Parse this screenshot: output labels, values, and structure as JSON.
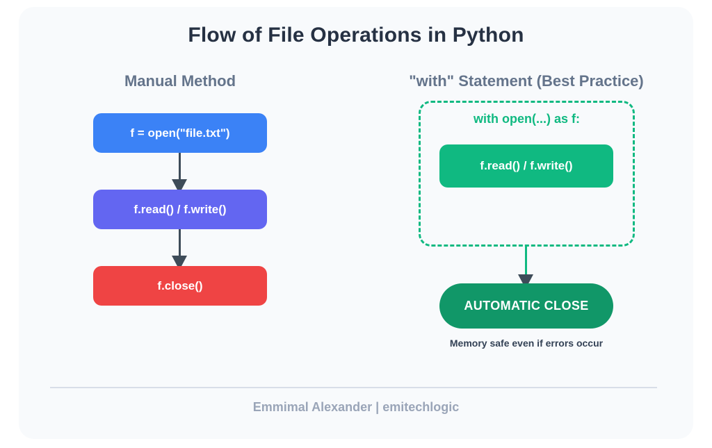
{
  "title": "Flow of File Operations in Python",
  "manual": {
    "heading": "Manual Method",
    "steps": [
      {
        "label": "f = open(\"file.txt\")",
        "color": "#3b82f6"
      },
      {
        "label": "f.read() / f.write()",
        "color": "#6366f1"
      },
      {
        "label": "f.close()",
        "color": "#ef4444"
      }
    ]
  },
  "with_statement": {
    "heading": "\"with\" Statement (Best Practice)",
    "block_label": "with open(...) as f:",
    "inner_step": {
      "label": "f.read() / f.write()",
      "color": "#10b981"
    },
    "result": {
      "label": "AUTOMATIC CLOSE",
      "color": "#119768"
    },
    "caption": "Memory safe even if errors occur"
  },
  "footer": {
    "credit": "Emmimal Alexander | emitechlogic"
  },
  "colors": {
    "page_background": "#ffffff",
    "card_background": "#f8fafc",
    "title_text": "#263143",
    "heading_text": "#64748b",
    "arrow": "#3e4c59",
    "green_accent": "#10b981",
    "dark_green": "#119768",
    "caption_text": "#334155",
    "divider": "#d8dee8",
    "footer_text": "#9aa5b8"
  }
}
